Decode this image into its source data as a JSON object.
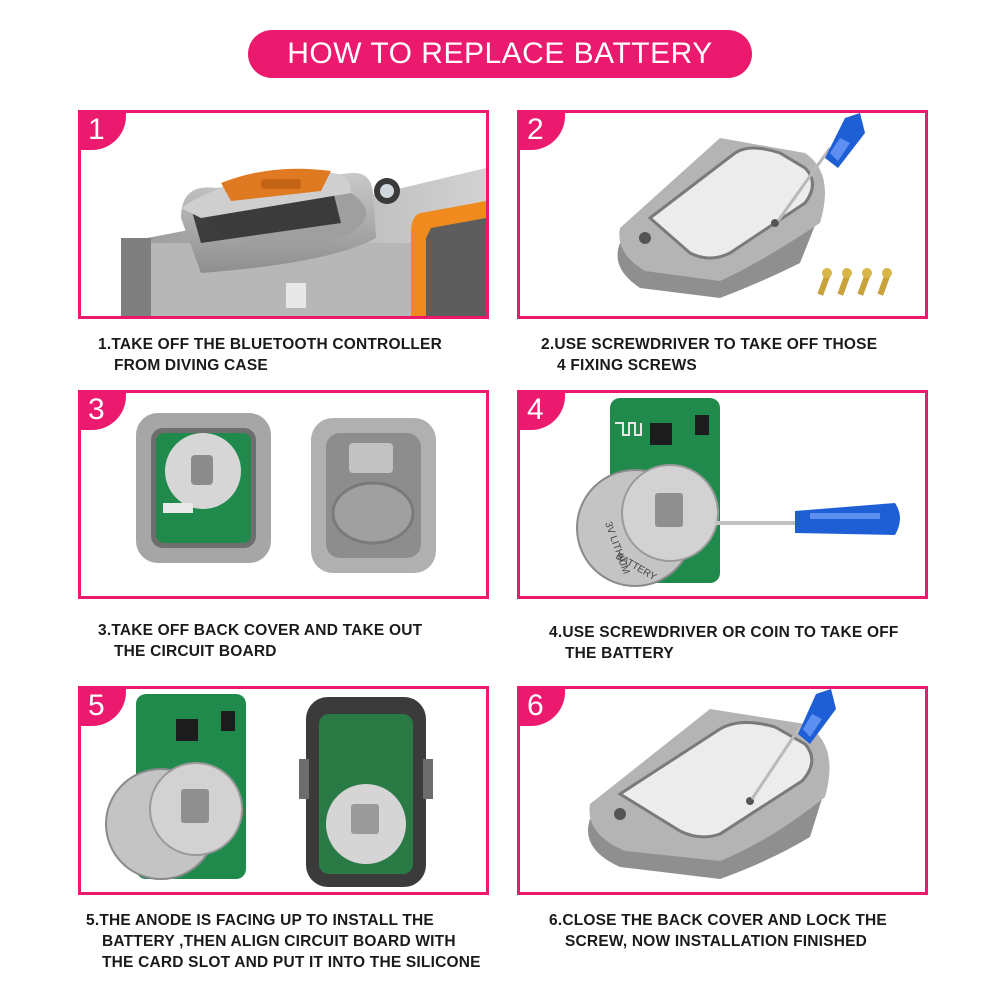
{
  "title": "HOW TO REPLACE BATTERY",
  "colors": {
    "accent": "#ec1a6e",
    "text": "#1a1a1a",
    "device_grey": "#a9a9a9",
    "pcb_green": "#1f8a4c",
    "handle_blue": "#1f5fd6",
    "orange": "#f08a1f"
  },
  "steps": [
    {
      "number": "1",
      "lines": [
        "1.TAKE OFF THE BLUETOOTH CONTROLLER",
        "FROM DIVING CASE"
      ]
    },
    {
      "number": "2",
      "lines": [
        "2.USE SCREWDRIVER TO TAKE OFF THOSE",
        "4 FIXING SCREWS"
      ]
    },
    {
      "number": "3",
      "lines": [
        "3.TAKE OFF BACK COVER AND TAKE OUT",
        "THE CIRCUIT BOARD"
      ]
    },
    {
      "number": "4",
      "lines": [
        "4.USE SCREWDRIVER OR COIN TO TAKE OFF",
        "THE BATTERY"
      ]
    },
    {
      "number": "5",
      "lines": [
        "5.THE ANODE IS FACING UP TO INSTALL THE",
        "BATTERY ,THEN ALIGN CIRCUIT BOARD WITH",
        "THE CARD SLOT AND PUT IT INTO THE SILICONE"
      ]
    },
    {
      "number": "6",
      "lines": [
        "6.CLOSE THE BACK COVER AND LOCK THE",
        "SCREW, NOW INSTALLATION FINISHED"
      ]
    }
  ],
  "battery_label": {
    "brand": "3V LITHIUM",
    "type": "BATTERY"
  },
  "icons": [
    "bluetooth-controller",
    "diving-case",
    "screwdriver",
    "screws",
    "circuit-board",
    "coin-battery",
    "silicone-cover",
    "back-cover"
  ]
}
